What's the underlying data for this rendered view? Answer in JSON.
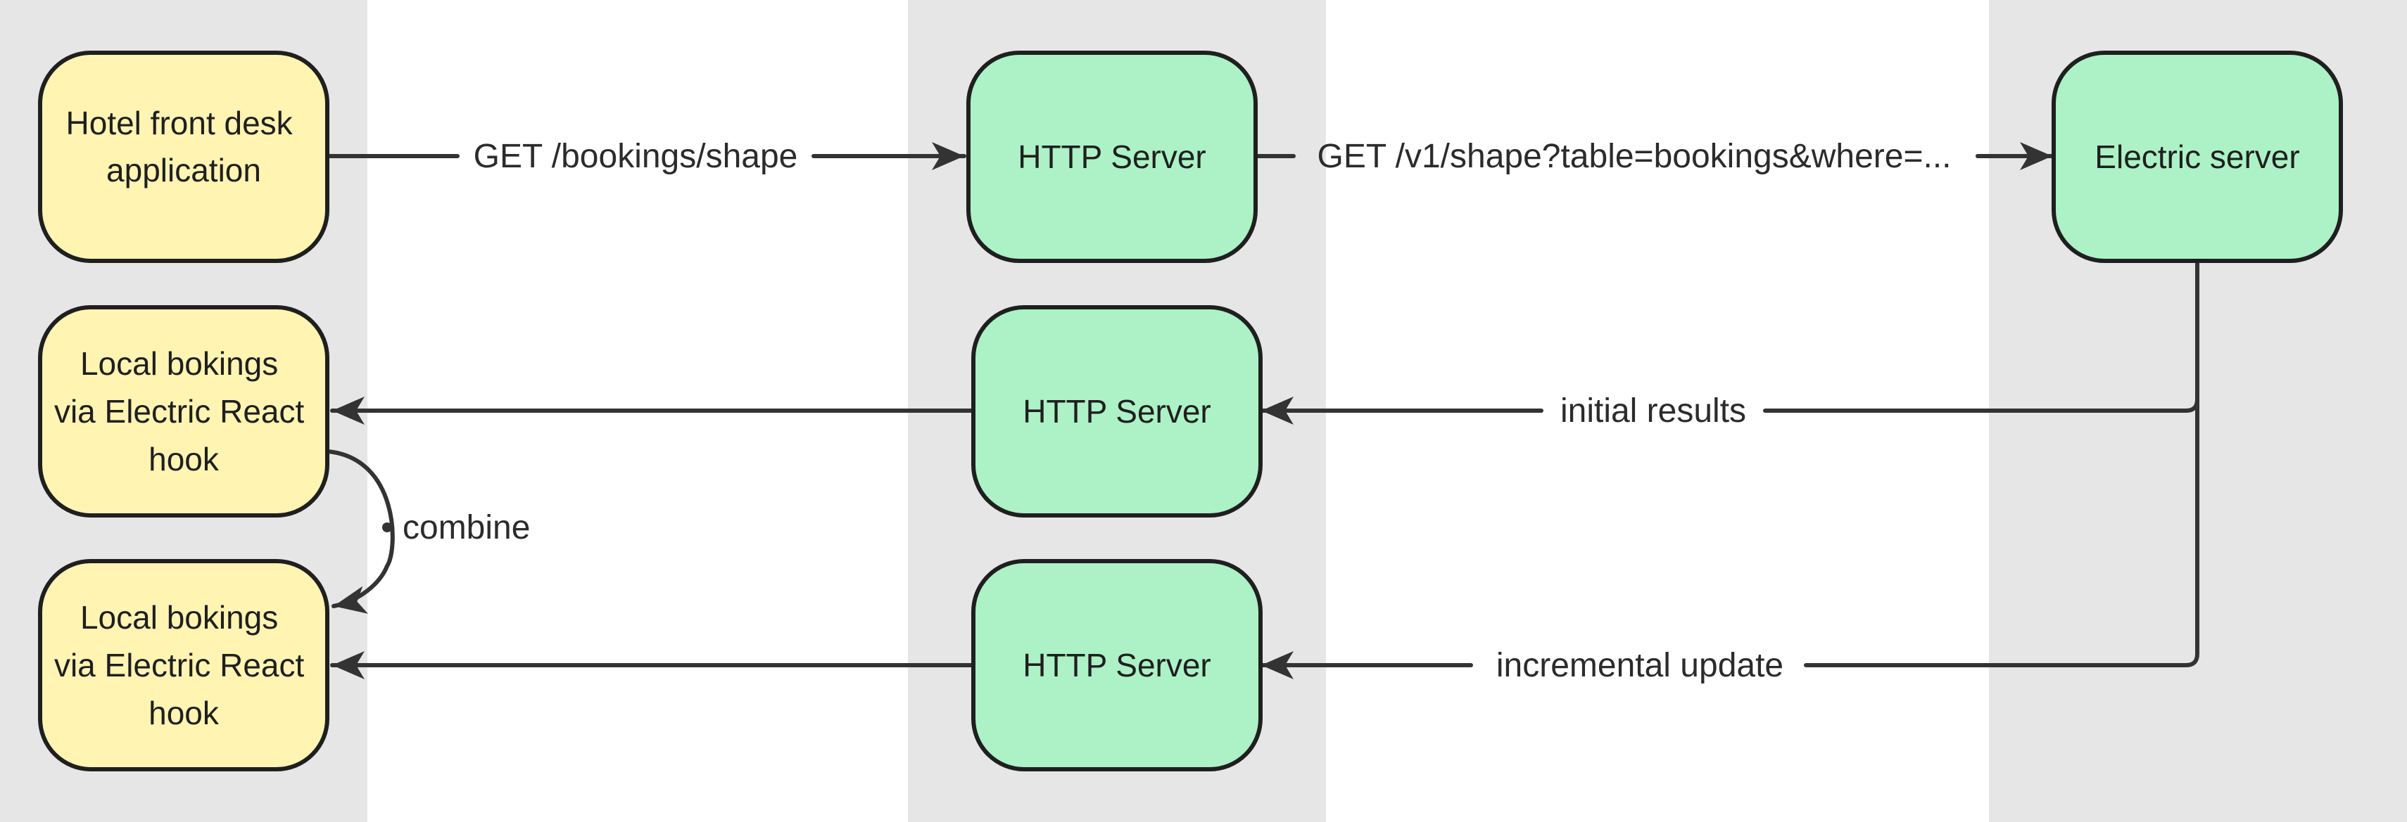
{
  "colors": {
    "lane_bg": "#e6e6e6",
    "client_fill": "#fff4b1",
    "server_fill": "#acf2c6",
    "stroke": "#1f1f1f",
    "edge": "#333333"
  },
  "nodes": {
    "hotel_app": {
      "lines": [
        "Hotel front desk",
        "application"
      ]
    },
    "http_server_1": {
      "lines": [
        "HTTP Server"
      ]
    },
    "electric_server": {
      "lines": [
        "Electric server"
      ]
    },
    "local_bookings_1": {
      "lines": [
        "Local bokings",
        "via Electric React",
        "hook"
      ]
    },
    "http_server_2": {
      "lines": [
        "HTTP Server"
      ]
    },
    "local_bookings_2": {
      "lines": [
        "Local bokings",
        "via Electric React",
        "hook"
      ]
    },
    "http_server_3": {
      "lines": [
        "HTTP Server"
      ]
    }
  },
  "edges": {
    "get_bookings_shape": "GET /bookings/shape",
    "get_v1_shape": "GET /v1/shape?table=bookings&where=...",
    "initial_results": "initial results",
    "incremental_update": "incremental update",
    "combine": "combine"
  }
}
